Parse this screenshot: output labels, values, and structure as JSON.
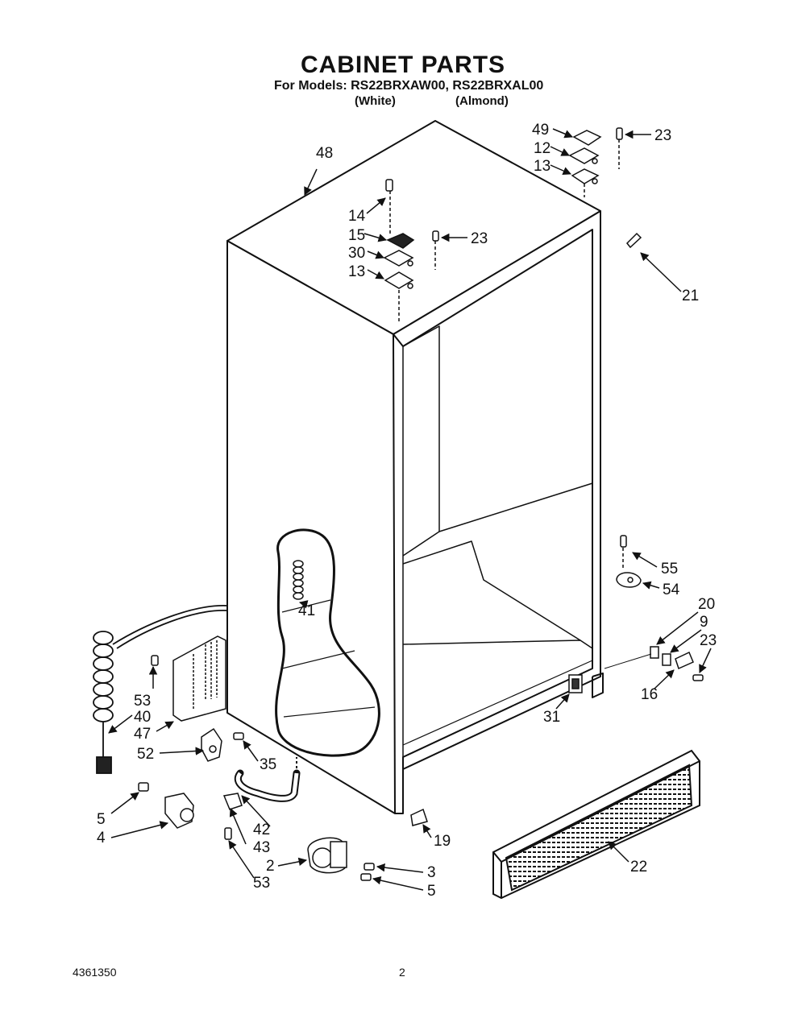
{
  "header": {
    "title": "CABINET PARTS",
    "subtitle": "For Models: RS22BRXAW00, RS22BRXAL00",
    "variants": [
      "(White)",
      "(Almond)"
    ]
  },
  "footer": {
    "doc_number": "4361350",
    "page_number": "2"
  },
  "callouts": [
    {
      "id": "c48",
      "label": "48"
    },
    {
      "id": "c49",
      "label": "49"
    },
    {
      "id": "c12",
      "label": "12"
    },
    {
      "id": "c13a",
      "label": "13"
    },
    {
      "id": "c23a",
      "label": "23"
    },
    {
      "id": "c14",
      "label": "14"
    },
    {
      "id": "c15",
      "label": "15"
    },
    {
      "id": "c30",
      "label": "30"
    },
    {
      "id": "c13b",
      "label": "13"
    },
    {
      "id": "c23b",
      "label": "23"
    },
    {
      "id": "c21",
      "label": "21"
    },
    {
      "id": "c55",
      "label": "55"
    },
    {
      "id": "c54",
      "label": "54"
    },
    {
      "id": "c20",
      "label": "20"
    },
    {
      "id": "c9",
      "label": "9"
    },
    {
      "id": "c23c",
      "label": "23"
    },
    {
      "id": "c16",
      "label": "16"
    },
    {
      "id": "c41",
      "label": "41"
    },
    {
      "id": "c31",
      "label": "31"
    },
    {
      "id": "c53a",
      "label": "53"
    },
    {
      "id": "c40",
      "label": "40"
    },
    {
      "id": "c47",
      "label": "47"
    },
    {
      "id": "c52",
      "label": "52"
    },
    {
      "id": "c35",
      "label": "35"
    },
    {
      "id": "c5a",
      "label": "5"
    },
    {
      "id": "c4",
      "label": "4"
    },
    {
      "id": "c42",
      "label": "42"
    },
    {
      "id": "c43",
      "label": "43"
    },
    {
      "id": "c2",
      "label": "2"
    },
    {
      "id": "c53b",
      "label": "53"
    },
    {
      "id": "c3",
      "label": "3"
    },
    {
      "id": "c5b",
      "label": "5"
    },
    {
      "id": "c19",
      "label": "19"
    },
    {
      "id": "c22",
      "label": "22"
    }
  ]
}
